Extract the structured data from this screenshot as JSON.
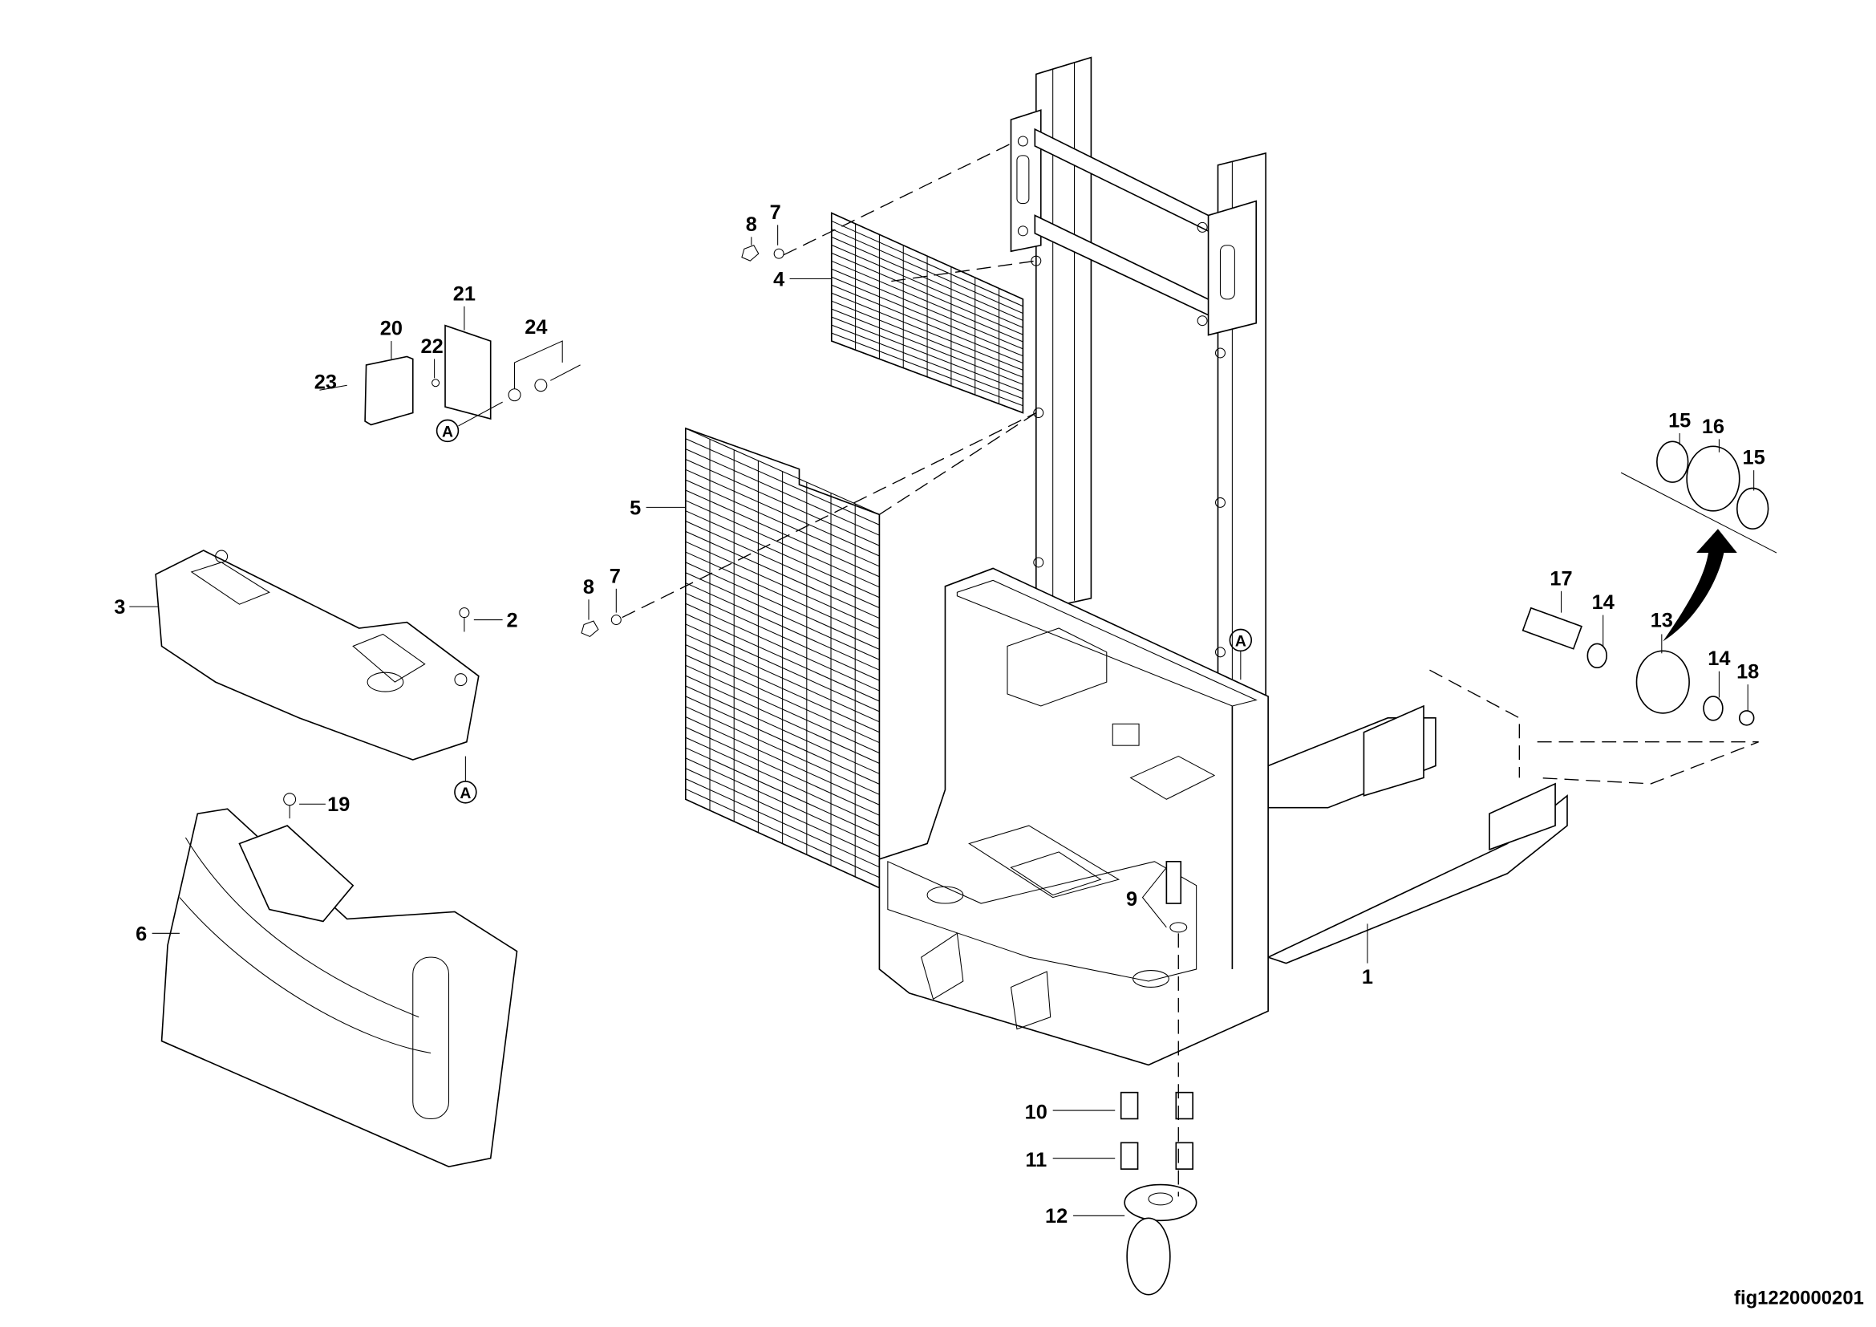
{
  "figure_id": "fig1220000201",
  "callouts": {
    "c1": "1",
    "c2": "2",
    "c3": "3",
    "c4": "4",
    "c5": "5",
    "c6": "6",
    "c7a": "7",
    "c7b": "7",
    "c8a": "8",
    "c8b": "8",
    "c9": "9",
    "c10": "10",
    "c11": "11",
    "c12": "12",
    "c13": "13",
    "c14a": "14",
    "c14b": "14",
    "c15a": "15",
    "c15b": "15",
    "c16": "16",
    "c17": "17",
    "c18": "18",
    "c19": "19",
    "c20": "20",
    "c21": "21",
    "c22": "22",
    "c23": "23",
    "c24": "24"
  },
  "detail_refs": {
    "a1": "A",
    "a2": "A",
    "a3": "A"
  }
}
